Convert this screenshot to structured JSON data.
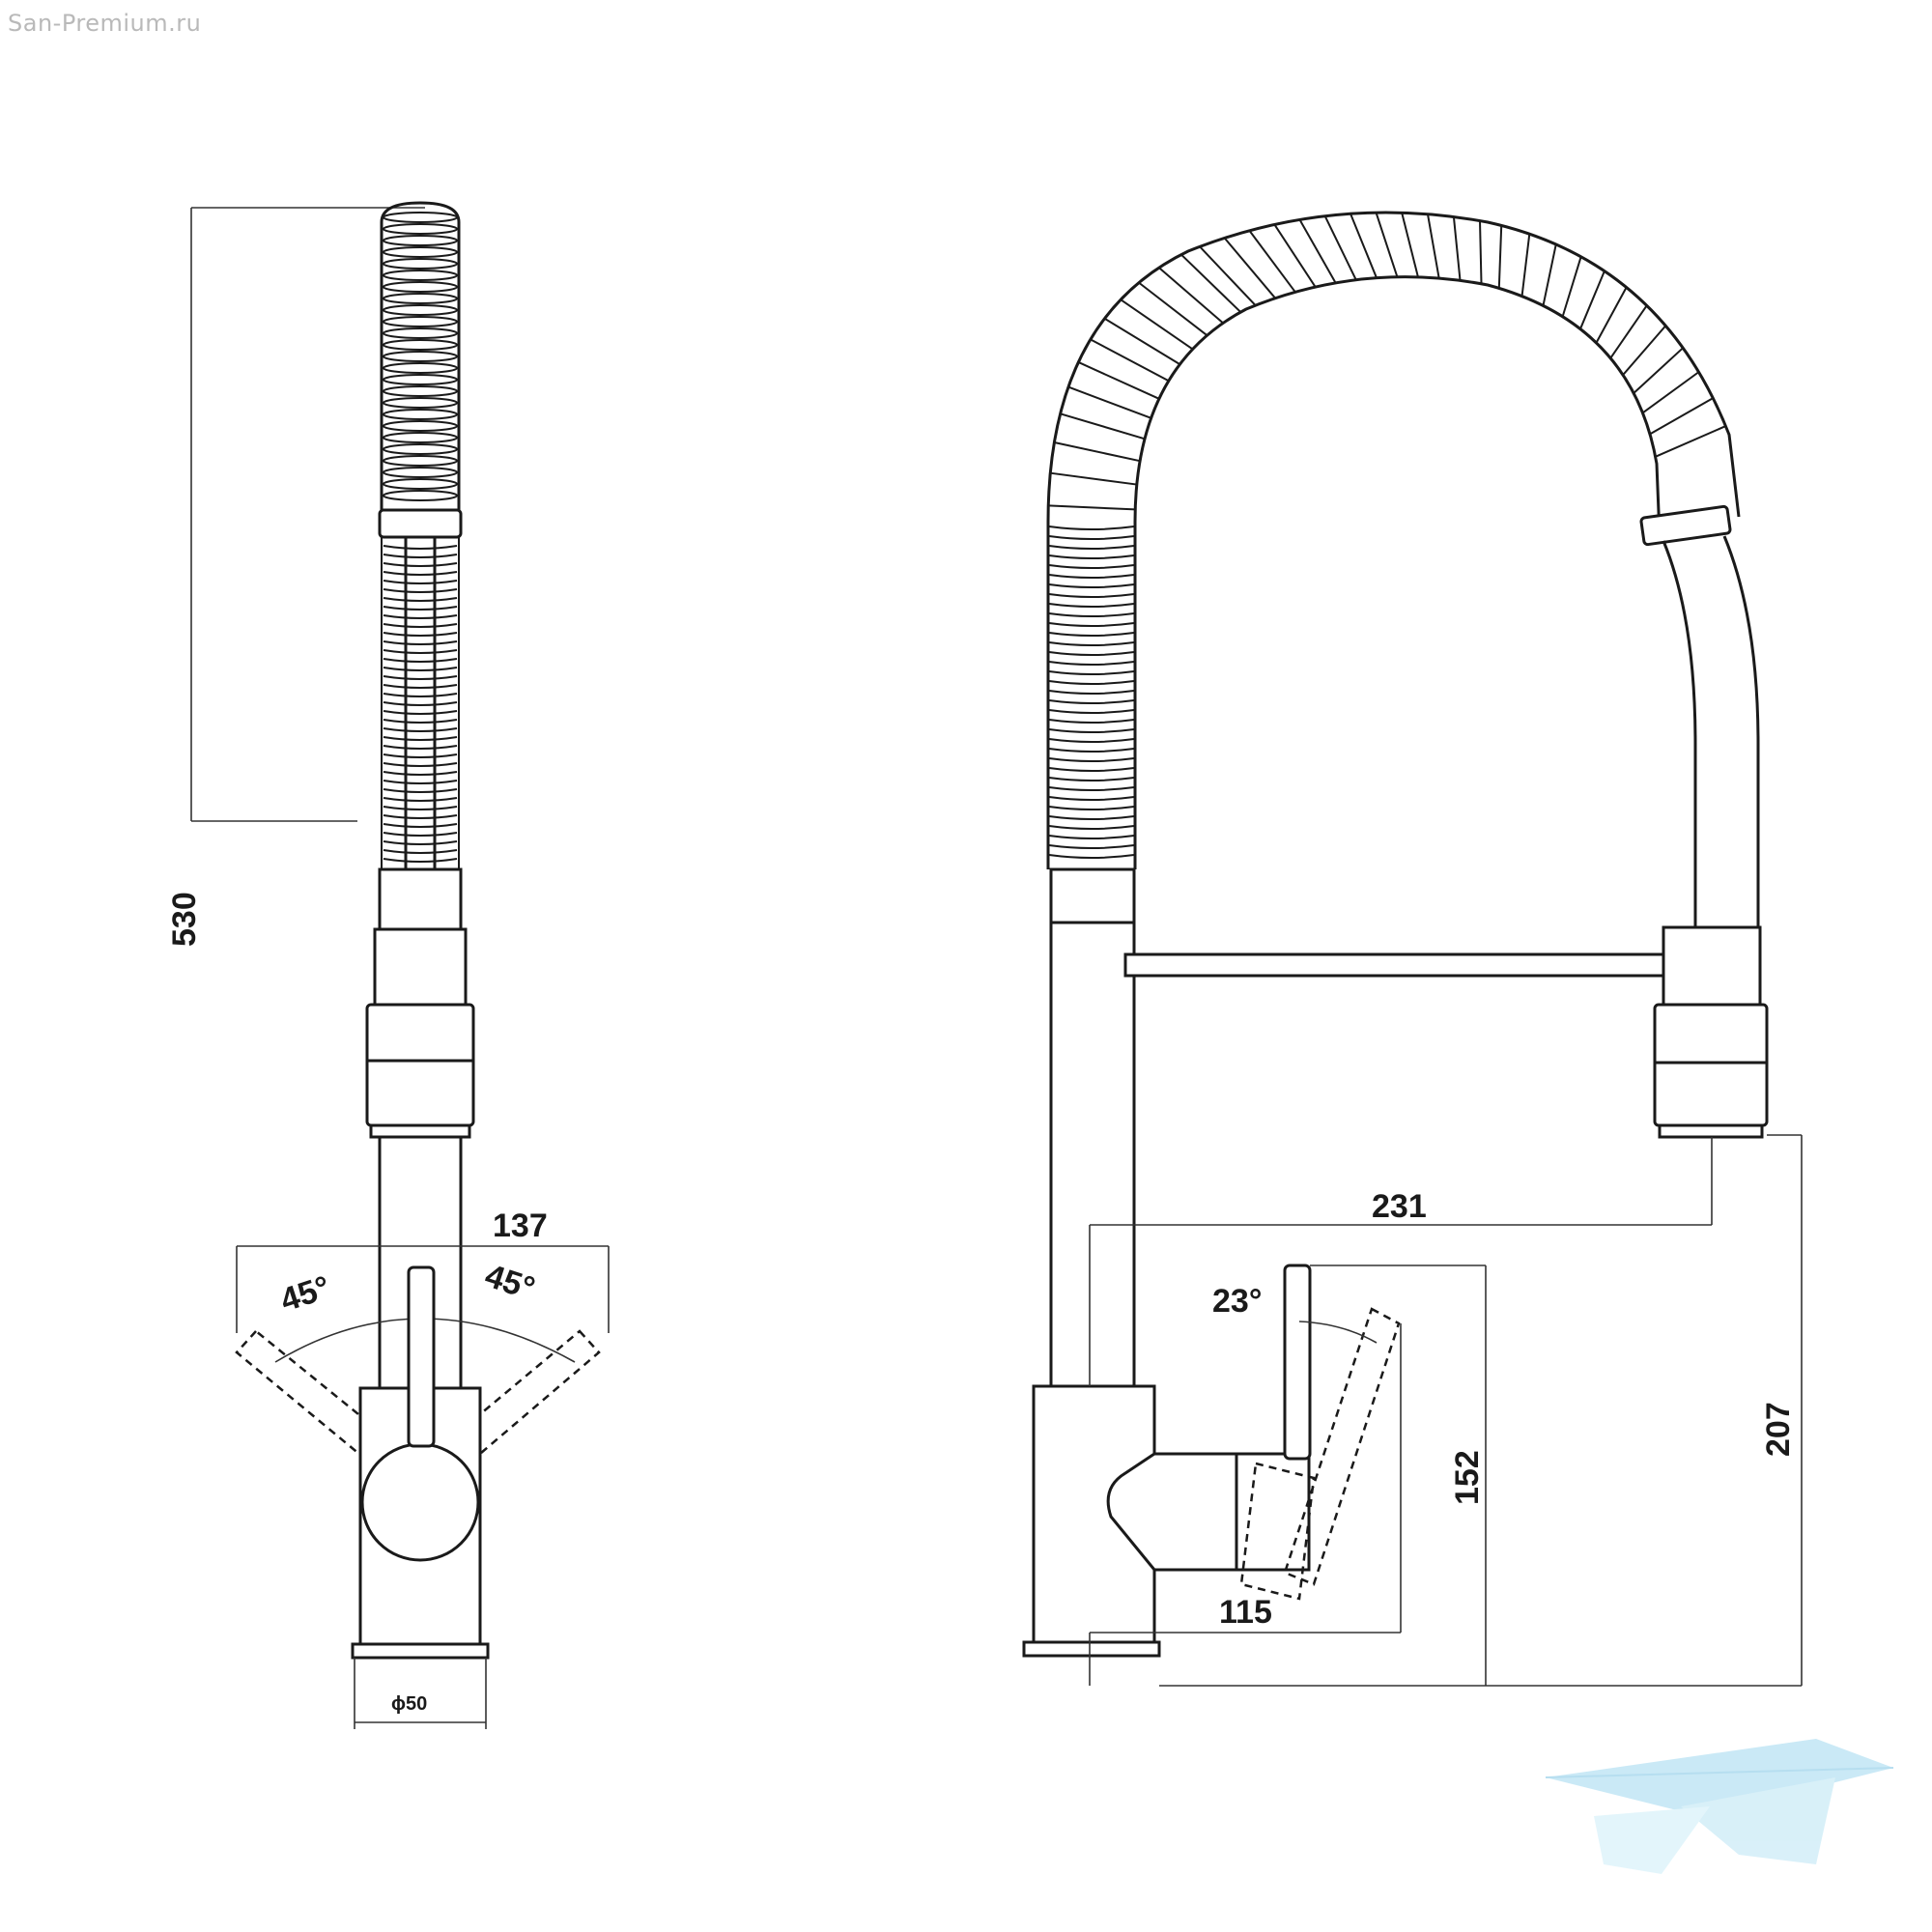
{
  "watermark": {
    "text": "San-Premium.ru"
  },
  "front_view": {
    "height_label": "530",
    "handle_span_label": "137",
    "left_angle_label": "45°",
    "right_angle_label": "45°",
    "base_diameter_label": "ϕ50"
  },
  "side_view": {
    "reach_label": "231",
    "handle_angle_label": "23°",
    "handle_height_label": "152",
    "spout_height_label": "207",
    "body_depth_label": "115"
  },
  "logo": {
    "name": "brand-logo",
    "color": "#8fd3ec"
  }
}
